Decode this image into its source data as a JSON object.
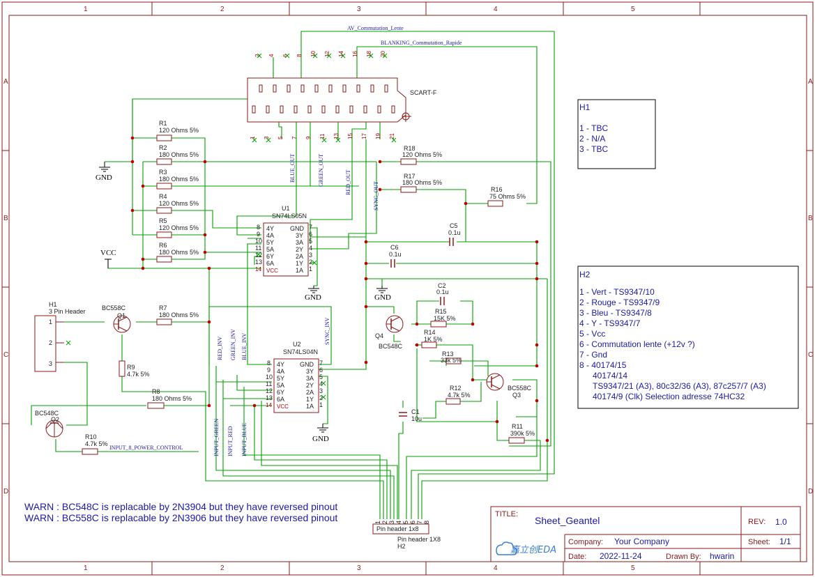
{
  "frame": {
    "columns": [
      "1",
      "2",
      "3",
      "4",
      "5"
    ],
    "rows": [
      "A",
      "B",
      "C",
      "D"
    ]
  },
  "scart": {
    "ref": "SCART-F",
    "top_pins": [
      "2",
      "4",
      "6",
      "8",
      "10",
      "12",
      "14",
      "16",
      "18",
      "20"
    ],
    "bottom_pins": [
      "1",
      "3",
      "5",
      "7",
      "9",
      "11",
      "13",
      "15",
      "17",
      "19",
      "21"
    ]
  },
  "nets": {
    "av_commutation": "AV_Commutation_Lente",
    "blanking": "BLANKING_Commutation_Rapide",
    "blue_out": "BLUE_OUT",
    "green_out": "GREEN_OUT",
    "red_out": "RED_OUT",
    "sync_out": "SYNC_OUT",
    "red_inv": "RED_INV",
    "green_inv": "GREEN_INV",
    "blue_inv": "BLUE_INV",
    "sync_inv": "SYNC_INV",
    "input_green": "INPUT_GREEN",
    "input_red": "INPUT_RED",
    "input_blue": "INPUT_BLUE",
    "input8": "INPUT_8_POWER_CONTROL",
    "gnd": "GND",
    "vcc": "VCC"
  },
  "resistors": {
    "r1": {
      "ref": "R1",
      "value": "120 Ohms 5%"
    },
    "r2": {
      "ref": "R2",
      "value": "180 Ohms 5%"
    },
    "r3": {
      "ref": "R3",
      "value": "180 Ohms 5%"
    },
    "r4": {
      "ref": "R4",
      "value": "120 Ohms 5%"
    },
    "r5": {
      "ref": "R5",
      "value": "120 Ohms 5%"
    },
    "r6": {
      "ref": "R6",
      "value": "180 Ohms 5%"
    },
    "r7": {
      "ref": "R7",
      "value": "180 Ohms 5%"
    },
    "r8": {
      "ref": "R8",
      "value": "180 Ohms 5%"
    },
    "r9": {
      "ref": "R9",
      "value": "4.7k 5%"
    },
    "r10": {
      "ref": "R10",
      "value": "4.7k 5%"
    },
    "r11": {
      "ref": "R11",
      "value": "390k 5%"
    },
    "r12": {
      "ref": "R12",
      "value": "4.7k 5%"
    },
    "r13": {
      "ref": "R13",
      "value": "33k 5%"
    },
    "r14": {
      "ref": "R14",
      "value": "1K 5%"
    },
    "r15": {
      "ref": "R15",
      "value": "15K 5%"
    },
    "r16": {
      "ref": "R16",
      "value": "75 Ohms 5%"
    },
    "r17": {
      "ref": "R17",
      "value": "180 Ohms 5%"
    },
    "r18": {
      "ref": "R18",
      "value": "120 Ohms 5%"
    }
  },
  "capacitors": {
    "c1": {
      "ref": "C1",
      "value": "10u"
    },
    "c2": {
      "ref": "C2",
      "value": "0.1u"
    },
    "c5": {
      "ref": "C5",
      "value": "0.1u"
    },
    "c6": {
      "ref": "C6",
      "value": "0.1u"
    }
  },
  "ics": {
    "u1": {
      "ref": "U1",
      "part": "SN74LS05N"
    },
    "u2": {
      "ref": "U2",
      "part": "SN74LS04N"
    },
    "left_pins": [
      "4Y",
      "4A",
      "5Y",
      "5A",
      "6Y",
      "6A",
      "VCC"
    ],
    "left_nums": [
      "8",
      "9",
      "10",
      "11",
      "12",
      "13",
      "14"
    ],
    "right_pins": [
      "GND",
      "3Y",
      "3A",
      "2Y",
      "2A",
      "1Y",
      "1A"
    ],
    "right_nums": [
      "7",
      "6",
      "5",
      "4",
      "3",
      "2",
      "1"
    ]
  },
  "transistors": {
    "q1": {
      "ref": "Q1",
      "part": "BC558C"
    },
    "q2": {
      "ref": "Q2",
      "part": "BC548C"
    },
    "q3": {
      "ref": "Q3",
      "part": "BC558C"
    },
    "q4": {
      "ref": "Q4",
      "part": "BC548C"
    }
  },
  "headers": {
    "h1": {
      "ref": "H1",
      "part": "3 Pin Header",
      "pins": [
        "1",
        "2",
        "3"
      ]
    },
    "h2": {
      "ref": "H2",
      "part": "Pin header 1X8",
      "box_label": "Pin header 1x8",
      "pins": [
        "1",
        "2",
        "3",
        "4",
        "5",
        "6",
        "7",
        "8"
      ]
    }
  },
  "notes": {
    "h1": {
      "title": "H1",
      "lines": [
        "1 - TBC",
        "2 - N/A",
        "3 - TBC"
      ]
    },
    "h2": {
      "title": "H2",
      "lines": [
        "1 - Vert - TS9347/10",
        "2 - Rouge - TS9347/9",
        "3 - Bleu - TS9347/8",
        "4 - Y - TS9347/7",
        "5 - Vcc",
        "6 - Commutation lente (+12v ?)",
        "7 - Gnd",
        "8 - 40174/15",
        "      40174/14",
        "      TS9347/21 (A3), 80c32/36 (A3), 87c257/7 (A3)",
        "      40174/9 (Clk) Selection adresse 74HC32"
      ]
    }
  },
  "warnings": [
    "WARN : BC548C is replacable by 2N3904 but they have reversed pinout",
    "WARN : BC558C is replacable by 2N3906 but they have reversed pinout"
  ],
  "title_block": {
    "title_label": "TITLE:",
    "title": "Sheet_Geantel",
    "rev_label": "REV:",
    "rev": "1.0",
    "company_label": "Company:",
    "company": "Your Company",
    "sheet_label": "Sheet:",
    "sheet": "1/1",
    "date_label": "Date:",
    "date": "2022-11-24",
    "drawn_label": "Drawn By:",
    "drawn_by": "hwarin",
    "logo": "嘉立创EDA"
  },
  "colors": {
    "wire": "#00a000",
    "component": "#8b1a1a",
    "net_label": "#1a1aa6",
    "junction": "#c00000"
  }
}
